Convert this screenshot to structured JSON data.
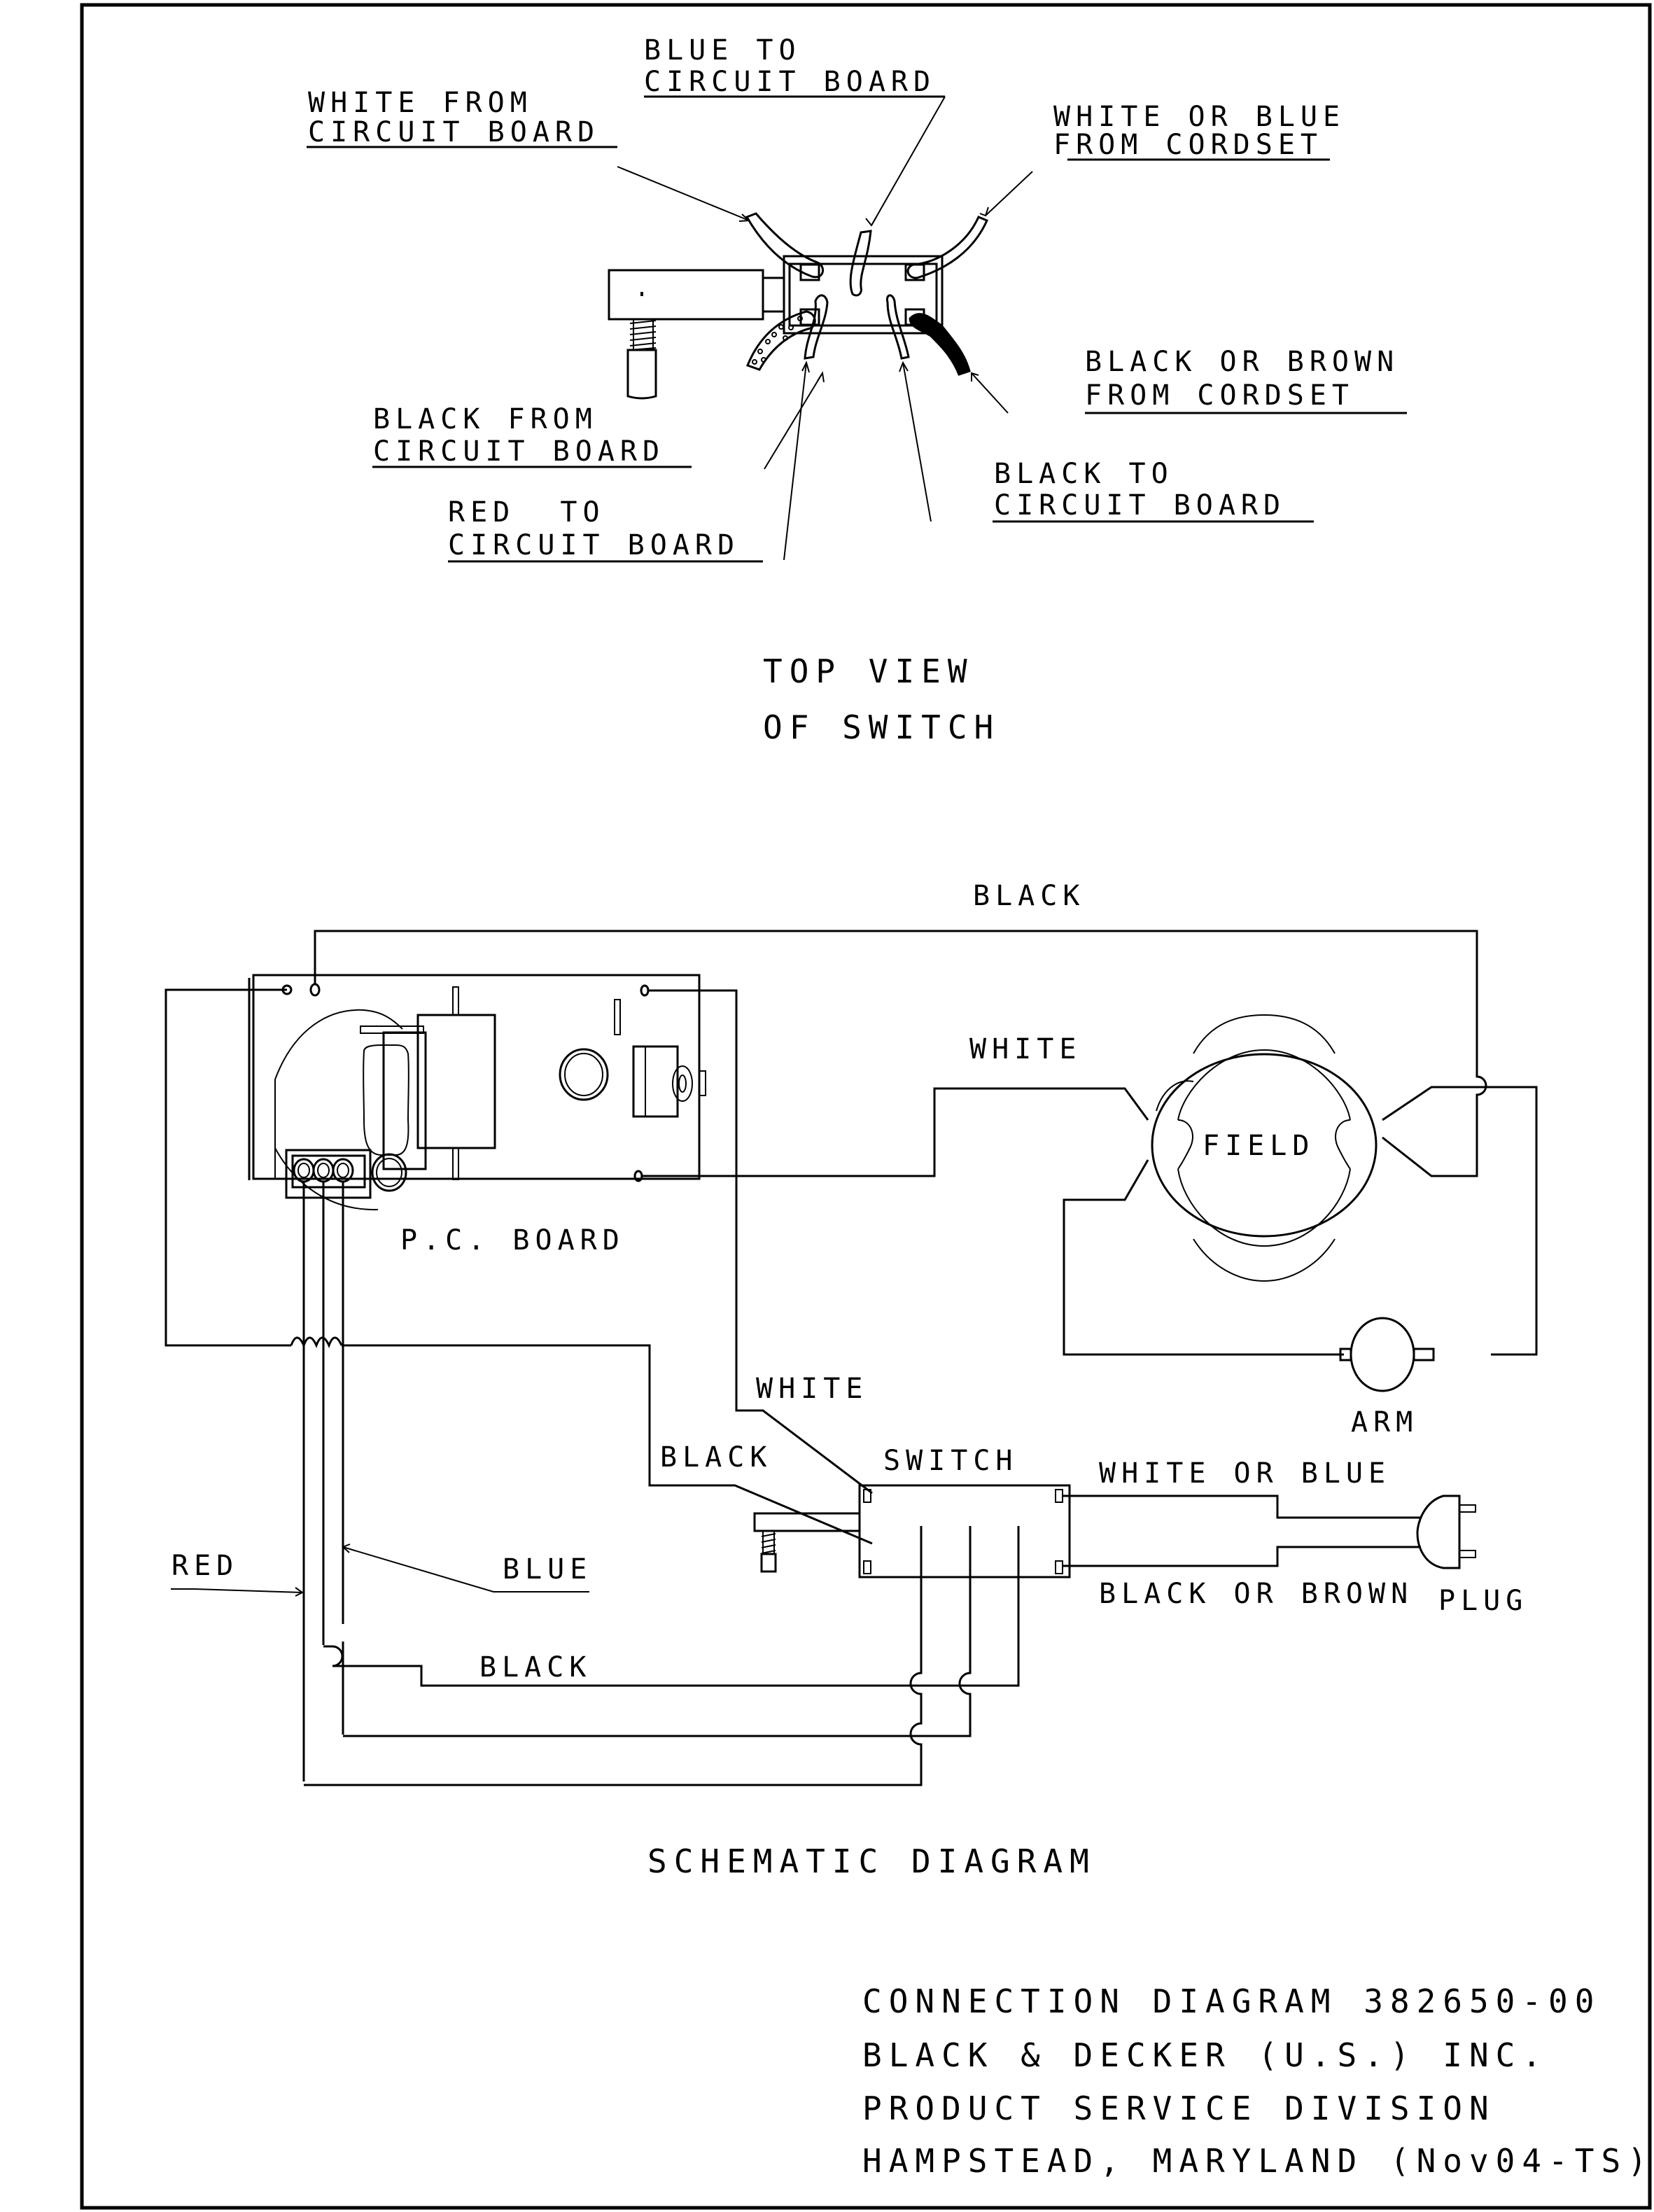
{
  "top_view": {
    "labels": {
      "blue_to_cb": [
        "BLUE TO",
        "CIRCUIT BOARD"
      ],
      "white_from_cb": [
        "WHITE FROM",
        "CIRCUIT BOARD"
      ],
      "white_or_blue_cordset": [
        "WHITE OR BLUE",
        "FROM CORDSET"
      ],
      "black_or_brown_cordset": [
        "BLACK OR BROWN",
        "FROM CORDSET"
      ],
      "black_from_cb": [
        "BLACK FROM",
        "CIRCUIT BOARD"
      ],
      "red_to_cb": [
        "RED  TO",
        "CIRCUIT BOARD"
      ],
      "black_to_cb": [
        "BLACK TO",
        "CIRCUIT BOARD"
      ]
    },
    "caption": [
      "TOP VIEW",
      "OF SWITCH"
    ]
  },
  "schematic": {
    "wire_labels": {
      "black_top": "BLACK",
      "white_field": "WHITE",
      "white_switch": "WHITE",
      "black_switch": "BLACK",
      "white_or_blue": "WHITE OR BLUE",
      "black_or_brown": "BLACK OR BROWN",
      "red": "RED",
      "blue": "BLUE",
      "black_bottom": "BLACK"
    },
    "component_labels": {
      "pc_board": "P.C. BOARD",
      "field": "FIELD",
      "arm": "ARM",
      "switch": "SWITCH",
      "plug": "PLUG"
    },
    "caption": "SCHEMATIC DIAGRAM"
  },
  "title_block": {
    "line1": "CONNECTION DIAGRAM 382650-00",
    "line2": "BLACK & DECKER (U.S.) INC.",
    "line3": "PRODUCT SERVICE DIVISION",
    "line4": "HAMPSTEAD, MARYLAND (Nov04-TS)"
  }
}
